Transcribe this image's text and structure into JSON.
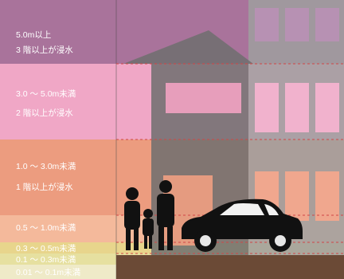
{
  "colors": {
    "band_5m_plus": "#a9739b",
    "band_3_5": "#f0a7c6",
    "band_1_3": "#ec9c7f",
    "band_05_1": "#f4b99b",
    "band_03_05": "#e8d58c",
    "band_01_03": "#e6e0a0",
    "band_001_01": "#efeac8",
    "ground": "#6b4a36",
    "building": "#6f6f6f",
    "building_light": "#9f9f9f",
    "silhouette": "#111111",
    "guide_line": "#d14646"
  },
  "legend": {
    "band_5m_plus": {
      "range": "5.0m以上",
      "desc": "3 階以上が浸水"
    },
    "band_3_5": {
      "range": "3.0 ～ 5.0m未満",
      "desc": "2 階以上が浸水"
    },
    "band_1_3": {
      "range": "1.0 ～ 3.0m未満",
      "desc": "1 階以上が浸水"
    },
    "band_05_1": {
      "range": "0.5 ～ 1.0m未満"
    },
    "band_03_05": {
      "range": "0.3 ～ 0.5m未満"
    },
    "band_01_03": {
      "range": "0.1 ～ 0.3m未満"
    },
    "band_001_01": {
      "range": "0.01 ～ 0.1m未満"
    }
  }
}
